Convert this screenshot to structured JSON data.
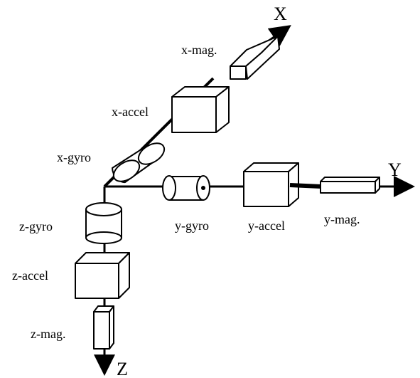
{
  "axes": {
    "x": "X",
    "y": "Y",
    "z": "Z"
  },
  "sensors": {
    "x_mag": "x-mag.",
    "x_accel": "x-accel",
    "x_gyro": "x-gyro",
    "y_gyro": "y-gyro",
    "y_accel": "y-accel",
    "y_mag": "y-mag.",
    "z_gyro": "z-gyro",
    "z_accel": "z-accel",
    "z_mag": "z-mag."
  }
}
